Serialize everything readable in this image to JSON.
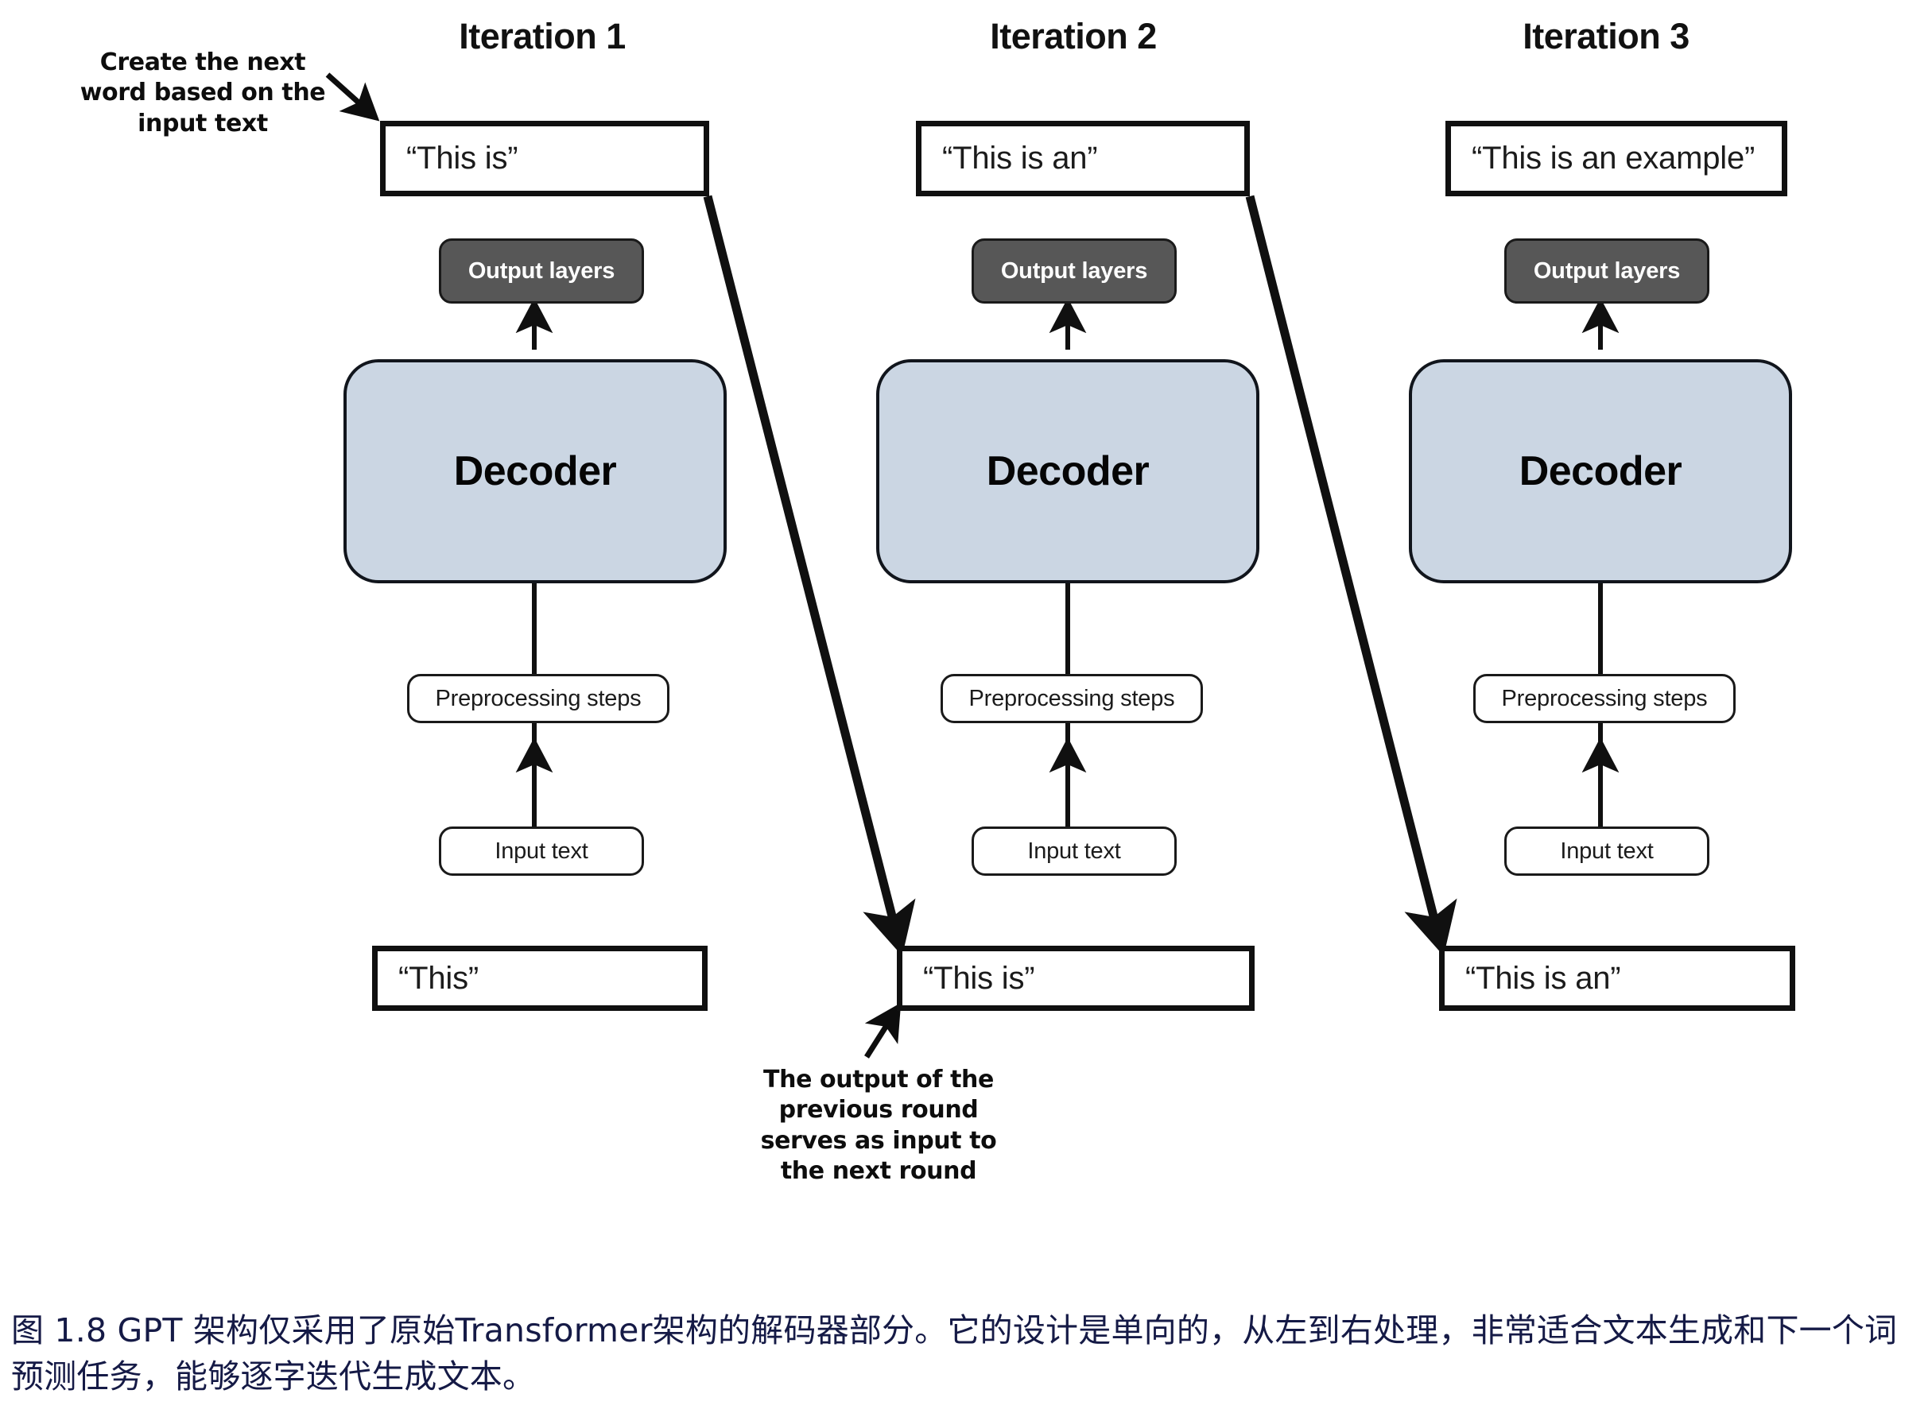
{
  "figure": {
    "caption": "图 1.8  GPT 架构仅采用了原始Transformer架构的解码器部分。它的设计是单向的，从左到右处理，非常适合文本生成和下一个词预测任务，能够逐字迭代生成文本。"
  },
  "annotations": {
    "top_left": "Create the next word based on the input text",
    "bottom_middle": "The output of the previous round serves as input to the next round"
  },
  "common_labels": {
    "output_layers": "Output layers",
    "decoder": "Decoder",
    "preprocessing": "Preprocessing steps",
    "input_text": "Input text"
  },
  "columns": [
    {
      "title": "Iteration 1",
      "output_text": "“This is”",
      "input_text_value": "“This”",
      "output_layers": "Output layers",
      "decoder": "Decoder",
      "preprocessing": "Preprocessing steps",
      "input_text_label": "Input text"
    },
    {
      "title": "Iteration 2",
      "output_text": "“This is an”",
      "input_text_value": "“This is”",
      "output_layers": "Output layers",
      "decoder": "Decoder",
      "preprocessing": "Preprocessing steps",
      "input_text_label": "Input text"
    },
    {
      "title": "Iteration 3",
      "output_text": "“This is an example”",
      "input_text_value": "“This is an”",
      "output_layers": "Output layers",
      "decoder": "Decoder",
      "preprocessing": "Preprocessing steps",
      "input_text_label": "Input text"
    }
  ],
  "colors": {
    "decoder_fill": "#cbd6e3",
    "output_layers_fill": "#575757",
    "caption_color": "#151a46",
    "line_color": "#101010"
  }
}
